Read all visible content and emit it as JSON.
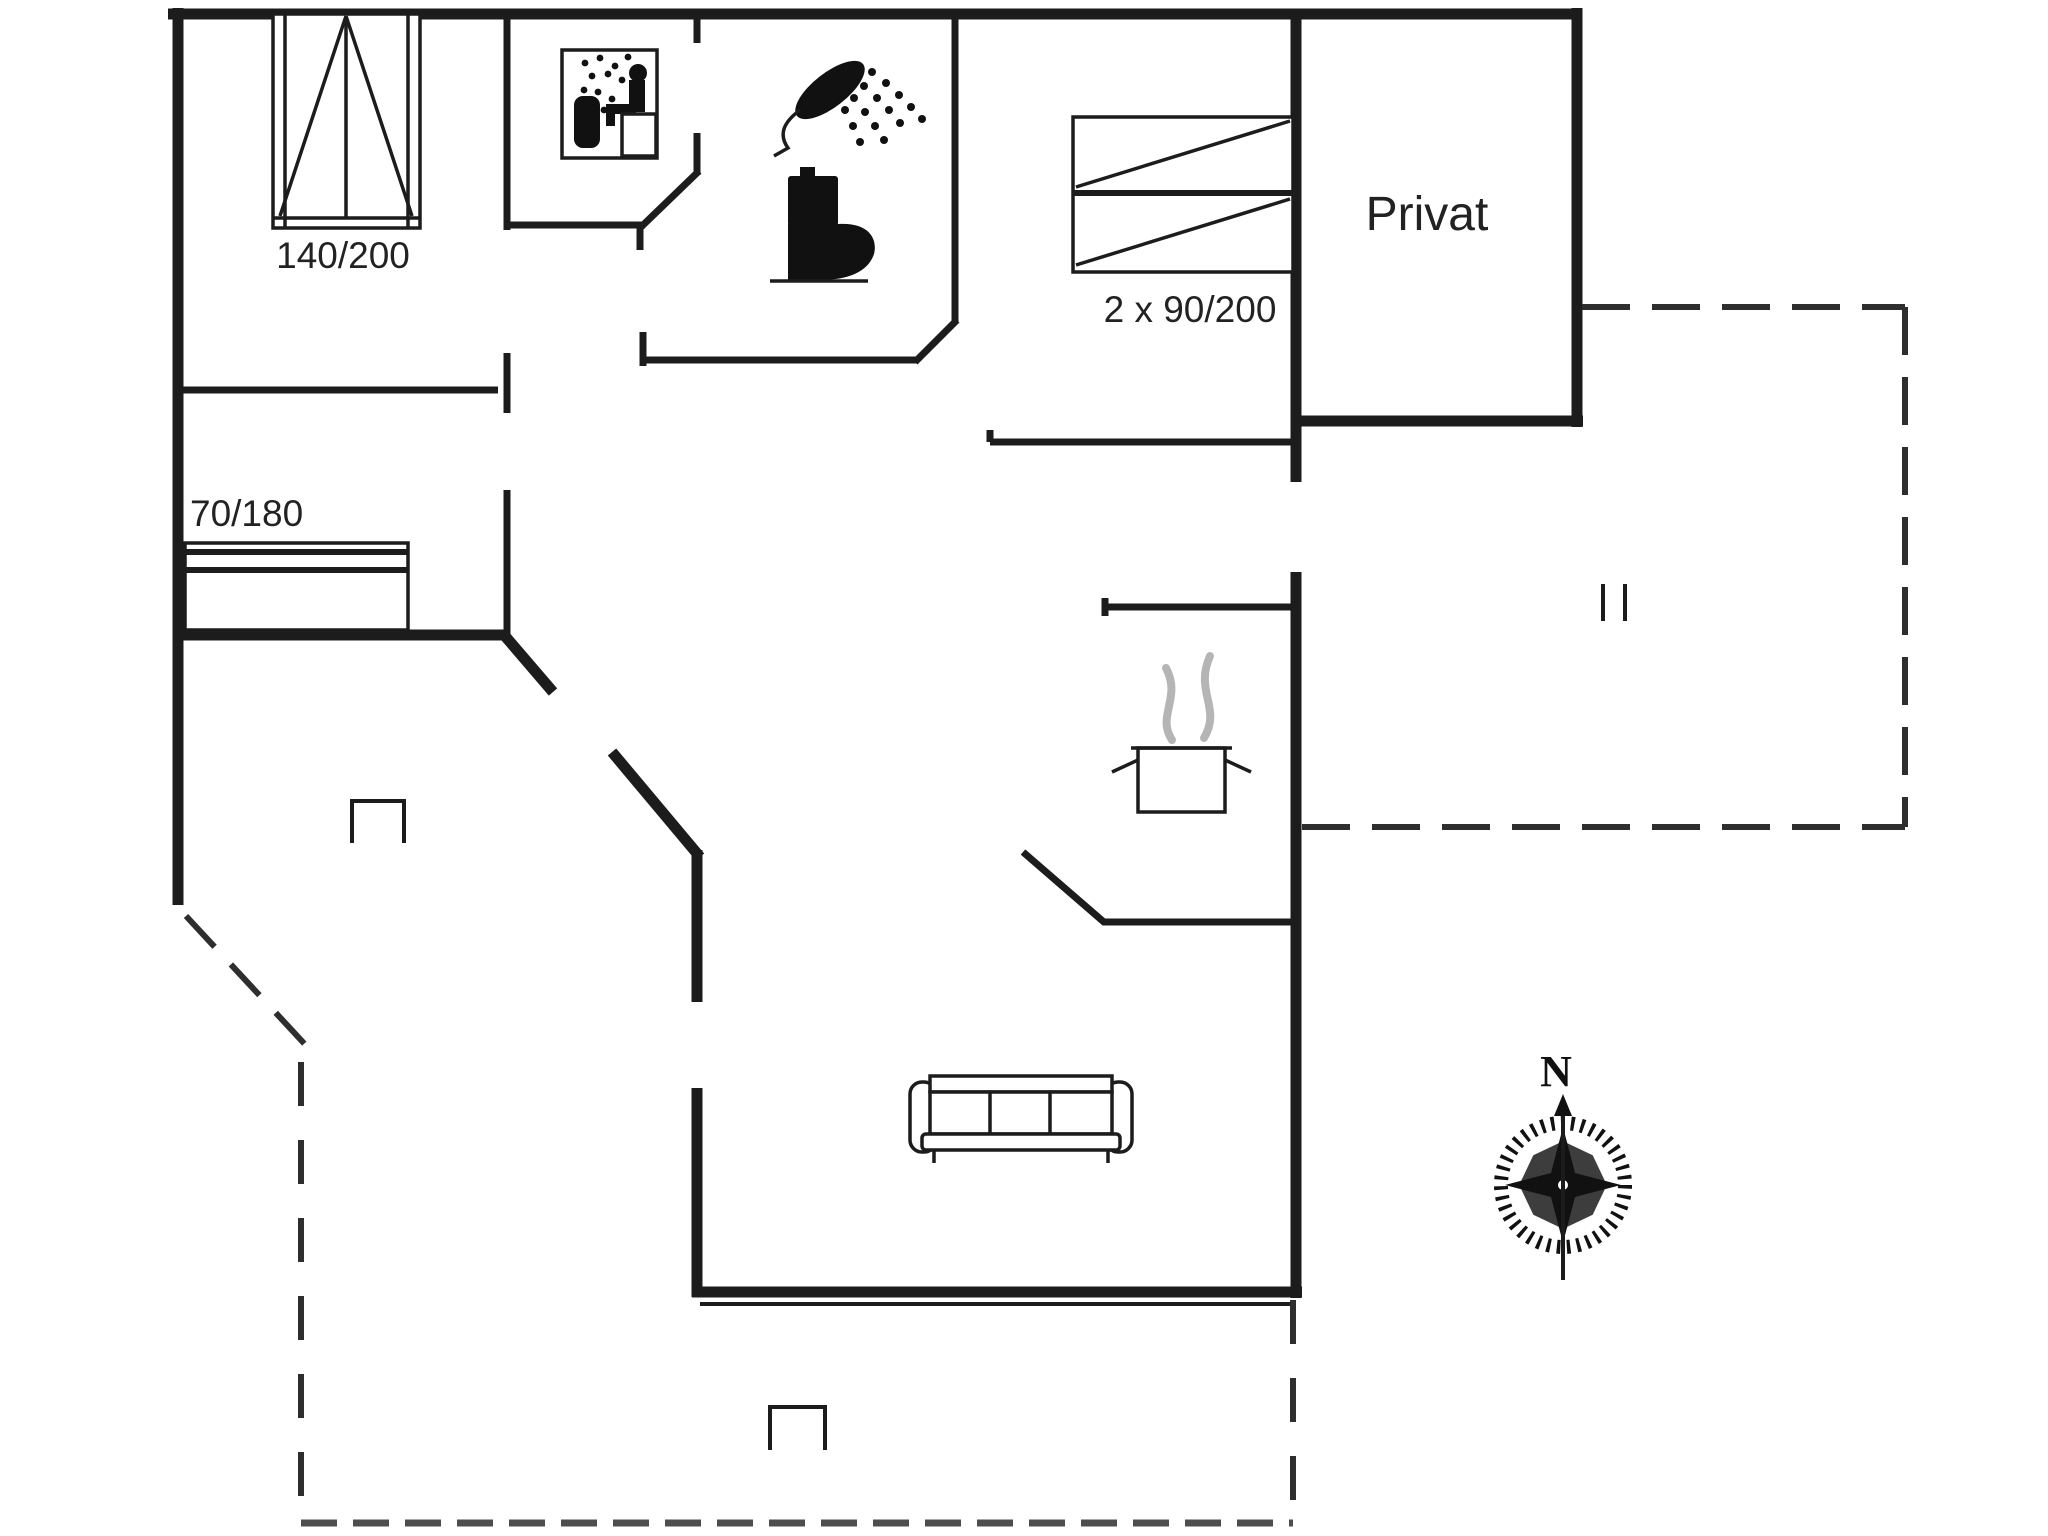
{
  "labels": {
    "double_bed": "140/200",
    "single_bed": "70/180",
    "bunk_bed": "2 x 90/200",
    "private_room": "Privat"
  },
  "compass": {
    "north": "N"
  },
  "colors": {
    "line": "#1c1c1c",
    "background": "#ffffff",
    "steam": "#b5b5b5",
    "terrace_dash": "#4d4d4d",
    "icon_fill": "#111111"
  },
  "icons": [
    "double-bed-icon",
    "single-bed-icon",
    "bunk-bed-icon",
    "sauna-icon",
    "shower-icon",
    "toilet-icon",
    "cooking-pot-icon",
    "sofa-icon",
    "compass-rose-icon"
  ]
}
